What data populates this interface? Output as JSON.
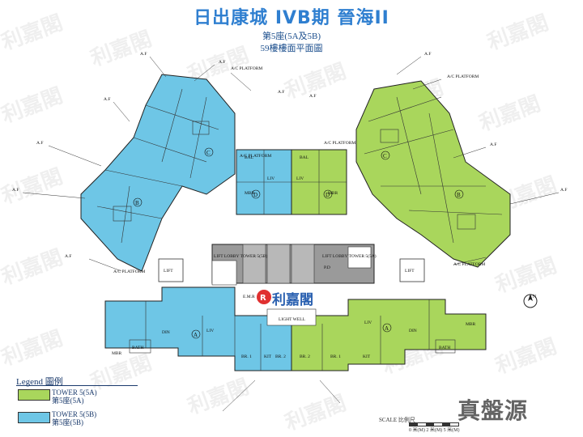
{
  "header": {
    "title": "日出康城 IVB期 晉海II",
    "subtitle_block": "第5座(5A及5B)",
    "subtitle_floor": "59樓樓面平面圖"
  },
  "colors": {
    "tower_5a": "#a9d65c",
    "tower_5b": "#6ec6e6",
    "core": "#9a9a9a",
    "brand_blue": "#2a60b0"
  },
  "legend": {
    "title": "Legend 圖例",
    "items": [
      {
        "label_en": "TOWER 5(5A)",
        "label_zh": "第5座(5A)"
      },
      {
        "label_en": "TOWER 5(5B)",
        "label_zh": "第5座(5B)"
      }
    ]
  },
  "plan_labels": {
    "af": "A.F",
    "ac_platform": "A/C PLATFORM",
    "lift_lobby_5b": "LIFT LOBBY TOWER 5(5B)",
    "lift_lobby_5a": "LIFT LOBBY TOWER 5(5A)",
    "light_well": "LIGHT WELL",
    "lift": "LIFT",
    "bal": "BAL",
    "liv": "LIV",
    "din": "DIN",
    "mbr": "MBR",
    "kit": "KIT",
    "br1": "BR. 1",
    "br2": "BR. 2",
    "bath": "BATH",
    "pd": "P.D",
    "emr": "E.M.R",
    "flat_a": "A",
    "flat_b": "B",
    "flat_c": "C",
    "flat_d": "D"
  },
  "watermark_text": "利嘉閣",
  "brand_label": "利嘉閣",
  "scale": {
    "label": "SCALE 比例尺",
    "ticks": "0 米(M)   2 米(M)   5 米(M)"
  },
  "corner_logo_text": "真盤源",
  "compass_label": "N"
}
